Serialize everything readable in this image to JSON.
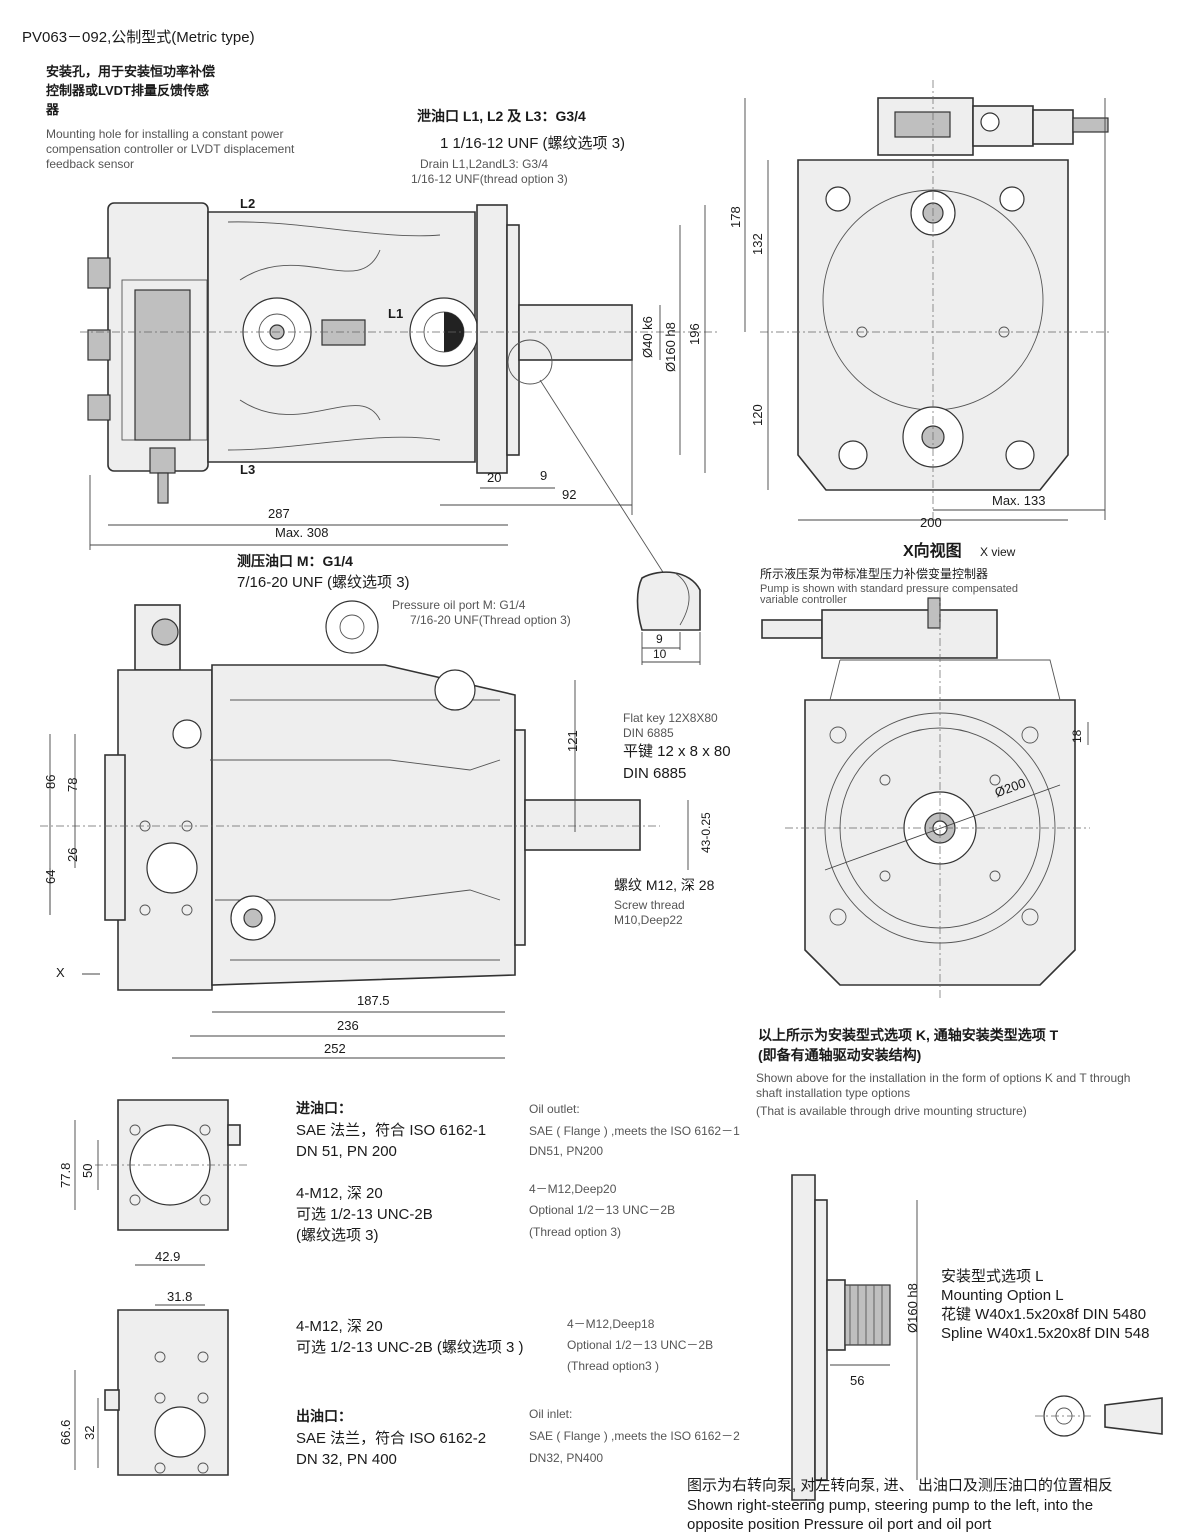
{
  "header": {
    "title": "PV063－092,公制型式(Metric type)"
  },
  "notes": {
    "mounting_hole_cn_1": "安装孔，用于安装恒功率补偿",
    "mounting_hole_cn_2": "控制器或LVDT排量反馈传感",
    "mounting_hole_cn_3": "器",
    "mounting_hole_en_1": "Mounting hole for installing a constant power",
    "mounting_hole_en_2": "compensation controller or LVDT displacement",
    "mounting_hole_en_3": "feedback sensor",
    "drain_cn_1": "泄油口 L1, L2 及 L3：G3/4",
    "drain_cn_2": "1 1/16-12 UNF (螺纹选项 3)",
    "drain_en_1": "Drain L1,L2andL3: G3/4",
    "drain_en_2": "1/16-12 UNF(thread option 3)",
    "pressure_cn_1": "测压油口 M：G1/4",
    "pressure_cn_2": "7/16-20 UNF (螺纹选项 3)",
    "pressure_en_1": "Pressure oil port M: G1/4",
    "pressure_en_2": "7/16-20 UNF(Thread option 3)",
    "xview_cn": "X向视图",
    "xview_en": "X view",
    "xview_desc_cn": "所示液压泵为带标准型压力补偿变量控制器",
    "xview_desc_en_1": "Pump is shown with standard pressure compensated",
    "xview_desc_en_2": "variable controller",
    "key_en_1": "Flat key 12X8X80",
    "key_en_2": "DIN 6885",
    "key_cn_1": "平键 12 x 8 x 80",
    "key_cn_2": "DIN 6885",
    "screw_cn": "螺纹 M12, 深 28",
    "screw_en_1": "Screw thread",
    "screw_en_2": "M10,Deep22",
    "install_cn_1": "以上所示为安装型式选项 K, 通轴安装类型选项 T",
    "install_cn_2": "(即备有通轴驱动安装结构)",
    "install_en_1": "Shown above for the installation in the form of options K and T through",
    "install_en_2": "shaft installation type options",
    "install_en_3": "(That is available through drive mounting structure)",
    "inlet_cn_title": "进油口：",
    "inlet_cn_1": "SAE 法兰，符合 ISO 6162-1",
    "inlet_cn_2": "DN 51, PN 200",
    "inlet_en_title": "Oil outlet:",
    "inlet_en_1": "SAE ( Flange ) ,meets the ISO 6162－1",
    "inlet_en_2": "DN51, PN200",
    "inlet_thread_cn_1": "4-M12, 深 20",
    "inlet_thread_cn_2": "可选 1/2-13 UNC-2B",
    "inlet_thread_cn_3": "(螺纹选项 3)",
    "inlet_thread_en_1": "4－M12,Deep20",
    "inlet_thread_en_2": "Optional 1/2－13 UNC－2B",
    "inlet_thread_en_3": "(Thread option 3)",
    "outlet_thread_cn_1": "4-M12, 深 20",
    "outlet_thread_cn_2": "可选 1/2-13 UNC-2B (螺纹选项 3 )",
    "outlet_thread_en_1": "4－M12,Deep18",
    "outlet_thread_en_2": "Optional 1/2－13 UNC－2B",
    "outlet_thread_en_3": "(Thread option3 )",
    "outlet_cn_title": "出油口：",
    "outlet_cn_1": "SAE 法兰，符合 ISO 6162-2",
    "outlet_cn_2": "DN 32, PN 400",
    "outlet_en_title": "Oil inlet:",
    "outlet_en_1": "SAE ( Flange ) ,meets the ISO 6162－2",
    "outlet_en_2": "DN32, PN400",
    "option_l_cn": "安装型式选项 L",
    "option_l_en": "Mounting Option L",
    "spline_cn": "花键  W40x1.5x20x8f DIN 5480",
    "spline_en": "Spline W40x1.5x20x8f DIN 548",
    "footer_cn": "图示为右转向泵, 对左转向泵, 进、 出油口及测压油口的位置相反",
    "footer_en_1": "Shown right-steering pump, steering pump to the left, into the",
    "footer_en_2": "opposite position Pressure oil port and oil port"
  },
  "dimensions": {
    "d287": "287",
    "d308": "Max. 308",
    "d20": "20",
    "d9": "9",
    "d92": "92",
    "d40k6": "Ø40 k6",
    "d160h8": "Ø160 h8",
    "d196": "196",
    "d178": "178",
    "d132": "132",
    "d120": "120",
    "d200": "200",
    "d133": "Max. 133",
    "key9": "9",
    "key10": "10",
    "d121": "121",
    "d86": "86",
    "d78": "78",
    "d26": "26",
    "d64": "64",
    "d43": "43-0.25",
    "d1875": "187.5",
    "d236": "236",
    "d252": "252",
    "phi200": "Ø200",
    "d18": "18",
    "d778": "77.8",
    "d50": "50",
    "d429": "42.9",
    "d318": "31.8",
    "d666": "66.6",
    "d32": "32",
    "d160l": "Ø160 h8",
    "d56": "56"
  },
  "labels": {
    "L1": "L1",
    "L2": "L2",
    "L3": "L3",
    "X": "X"
  }
}
